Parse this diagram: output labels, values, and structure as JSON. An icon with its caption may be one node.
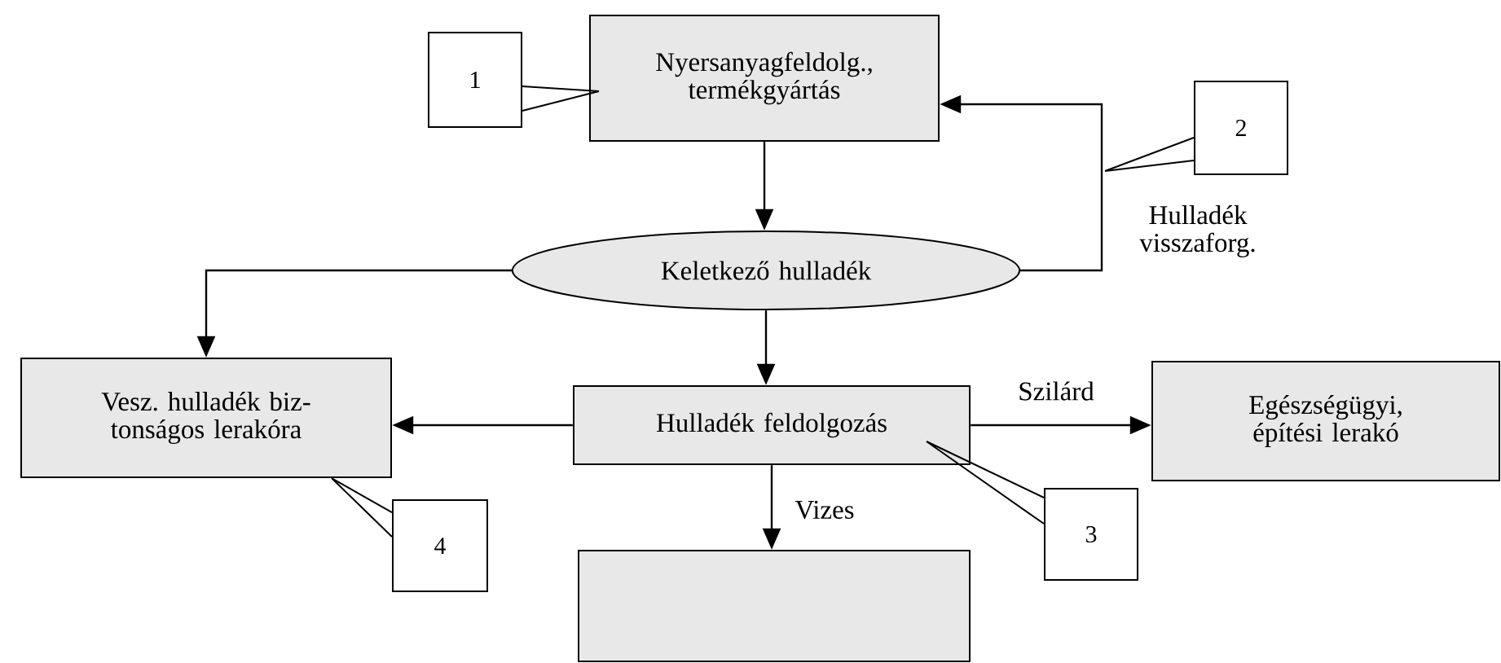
{
  "diagram": {
    "nodes": [
      {
        "text": [
          "Nyersanyagfeldolg., termékgyártás"
        ]
      },
      {
        "text": [
          "Keletkező hulladék"
        ]
      },
      {
        "text": [
          "Vesz. hulladék biz- tonságos lerakóra"
        ]
      },
      {
        "text": [
          "Hulladék feldolgozás"
        ]
      },
      {
        "text": [
          "Egészségügyi, építési lerakó"
        ]
      },
      {
        "text": [],
        "shape": "box"
      },
      {
        "text": [
          "1"
        ]
      },
      {
        "text": [
          "2"
        ]
      },
      {
        "text": [
          "3"
        ]
      },
      {
        "text": [
          "4"
        ]
      }
    ],
    "edges": [
      {
        "from": 0,
        "to": 1,
        "arrow": "to"
      },
      {
        "from": 1,
        "to": 0,
        "arrow": "to",
        "label": "Hulladék visszaforg."
      },
      {
        "from": 1,
        "to": 2,
        "arrow": "to"
      },
      {
        "from": 1,
        "to": 3,
        "arrow": "to"
      },
      {
        "from": 3,
        "to": 2,
        "arrow": "to"
      },
      {
        "from": 3,
        "to": 4,
        "arrow": "to",
        "label": "Szilárd"
      },
      {
        "from": 3,
        "to": 5,
        "arrow": "to",
        "label": "Vizes"
      },
      {
        "from": 6,
        "to": 0,
        "arrow": "none"
      },
      {
        "from": 7,
        "to": null,
        "arrow": "none"
      },
      {
        "from": 8,
        "to": 3,
        "arrow": "none"
      },
      {
        "from": 9,
        "to": 2,
        "arrow": "none"
      }
    ]
  }
}
